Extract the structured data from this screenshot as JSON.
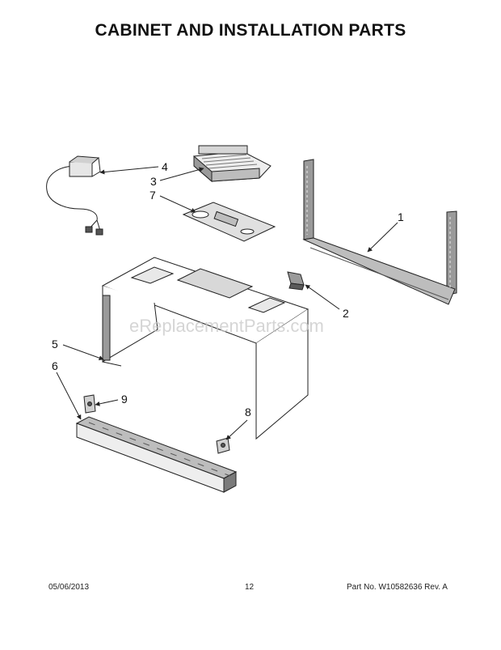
{
  "page": {
    "title": "CABINET AND INSTALLATION PARTS",
    "watermark": "eReplacementParts.com"
  },
  "callouts": [
    {
      "id": "1",
      "label": "1"
    },
    {
      "id": "2",
      "label": "2"
    },
    {
      "id": "3",
      "label": "3"
    },
    {
      "id": "4",
      "label": "4"
    },
    {
      "id": "5",
      "label": "5"
    },
    {
      "id": "6",
      "label": "6"
    },
    {
      "id": "7",
      "label": "7"
    },
    {
      "id": "8",
      "label": "8"
    },
    {
      "id": "9",
      "label": "9"
    }
  ],
  "footer": {
    "date": "05/06/2013",
    "page_number": "12",
    "part_info": "Part No. W10582636  Rev. A"
  },
  "colors": {
    "line": "#222222",
    "shade": "#9a9a9a",
    "watermark": "#c8c8c8"
  }
}
